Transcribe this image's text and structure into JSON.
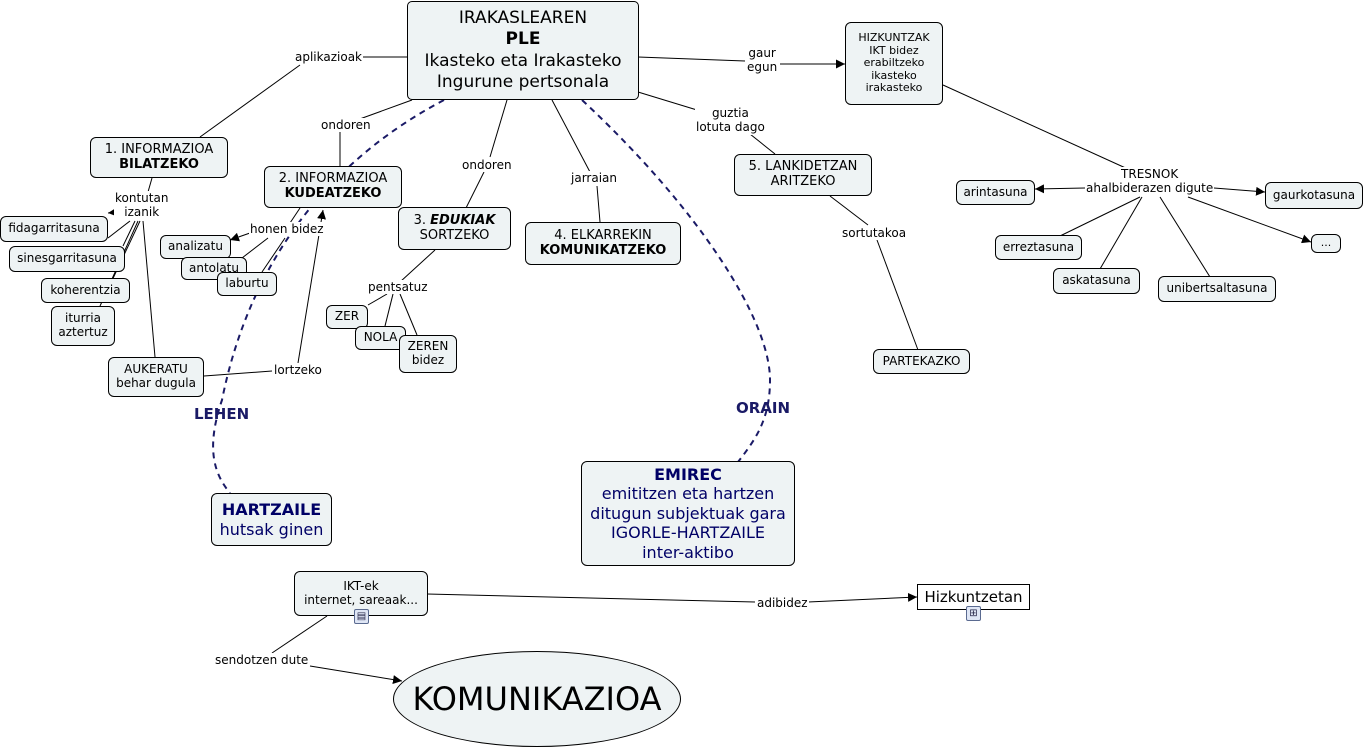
{
  "nodes": {
    "center": {
      "line1": "IRAKASLEAREN",
      "line2": "PLE",
      "line3": "Ikasteko eta Irakasteko",
      "line4": "Ingurune pertsonala"
    },
    "hizkuntzak": {
      "line1": "HIZKUNTZAK",
      "line2": "IKT bidez",
      "line3": "erabiltzeko",
      "line4": "ikasteko",
      "line5": "irakasteko"
    },
    "bilatzeko": {
      "line1": "1. INFORMAZIOA",
      "line2": "BILATZEKO"
    },
    "kudeatzeko": {
      "line1": "2. INFORMAZIOA",
      "line2": "KUDEATZEKO"
    },
    "edukiak": {
      "prefix": "3. ",
      "emph": "EDUKIAK",
      "line2": "SORTZEKO"
    },
    "elkarrekin": {
      "line1": "4. ELKARREKIN",
      "line2": "KOMUNIKATZEKO"
    },
    "lankidetzan": {
      "line1": "5. LANKIDETZAN",
      "line2": "ARITZEKO"
    },
    "fidagarritasuna": "fidagarritasuna",
    "sinesgarritasuna": "sinesgarritasuna",
    "koherentzia": "koherentzia",
    "iturria": {
      "line1": "iturria",
      "line2": "aztertuz"
    },
    "aukeratu": {
      "line1": "AUKERATU",
      "line2": "behar dugula"
    },
    "analizatu": "analizatu",
    "antolatu": "antolatu",
    "laburtu": "laburtu",
    "zer": "ZER",
    "nola": "NOLA",
    "zeren": {
      "line1": "ZEREN",
      "line2": "bidez"
    },
    "partekazko": "PARTEKAZKO",
    "arintasuna": "arintasuna",
    "gaurkotasuna": "gaurkotasuna",
    "erreztasuna": "erreztasuna",
    "askatasuna": "askatasuna",
    "unibertsaltasuna": "unibertsaltasuna",
    "more": "...",
    "hartzaile": {
      "line1": "HARTZAILE",
      "line2": "hutsak ginen"
    },
    "emirec": {
      "line1": "EMIREC",
      "line2": "emititzen eta hartzen",
      "line3": "ditugun subjektuak gara",
      "line4": "IGORLE-HARTZAILE",
      "line5": "inter-aktibo"
    },
    "ikt": {
      "line1": "IKT-ek",
      "line2": "internet, sareaak..."
    },
    "hizkuntzetan": "Hizkuntzetan",
    "komunikazioa": "KOMUNIKAZIOA"
  },
  "links": {
    "aplikazioak": "aplikazioak",
    "ondoren1": "ondoren",
    "ondoren2": "ondoren",
    "jarraian": "jarraian",
    "gaur": {
      "line1": "gaur",
      "line2": "egun"
    },
    "guztia": {
      "line1": "guztia",
      "line2": "lotuta dago"
    },
    "kontutan": {
      "line1": "kontutan",
      "line2": "izanik"
    },
    "honen_bidez": "honen bidez",
    "pentsatuz": "pentsatuz",
    "lortzeko": "lortzeko",
    "sortutakoa": "sortutakoa",
    "tresnok": {
      "line1": "TRESNOK",
      "line2": "ahalbiderazen digute"
    },
    "adibidez": "adibidez",
    "sendotzen": "sendotzen dute"
  },
  "annotations": {
    "lehen": "LEHEN",
    "orain": "ORAIN"
  },
  "icons": {
    "ikt_icon": "document-icon",
    "hizkuntzetan_icon": "concept-map-icon"
  },
  "colors": {
    "node_fill": "#eef3f4",
    "accent_text": "#000066",
    "dashed_line": "#1a1a66"
  }
}
